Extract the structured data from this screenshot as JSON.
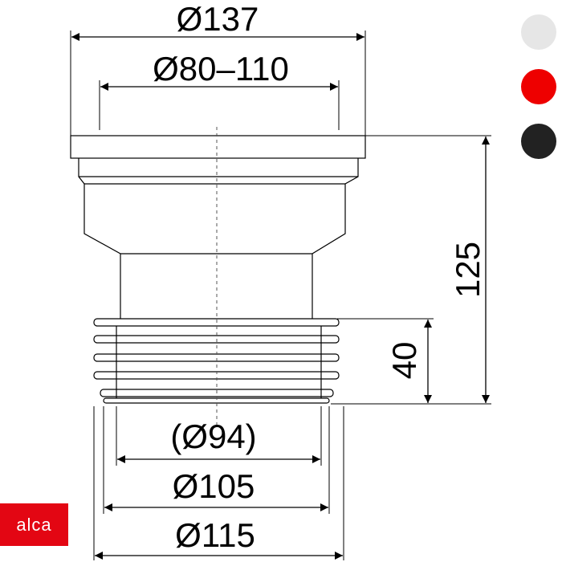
{
  "dimensions": {
    "top_outer": "Ø137",
    "top_inner": "Ø80–110",
    "height_total": "125",
    "height_ribs": "40",
    "bottom_inner": "(Ø94)",
    "bottom_mid": "Ø105",
    "bottom_outer": "Ø115"
  },
  "logo": {
    "text": "alca",
    "color": "#e30613"
  },
  "color_swatches": [
    {
      "name": "white",
      "color": "#e6e6e6"
    },
    {
      "name": "red",
      "color": "#ee0000"
    },
    {
      "name": "black",
      "color": "#222222"
    }
  ]
}
